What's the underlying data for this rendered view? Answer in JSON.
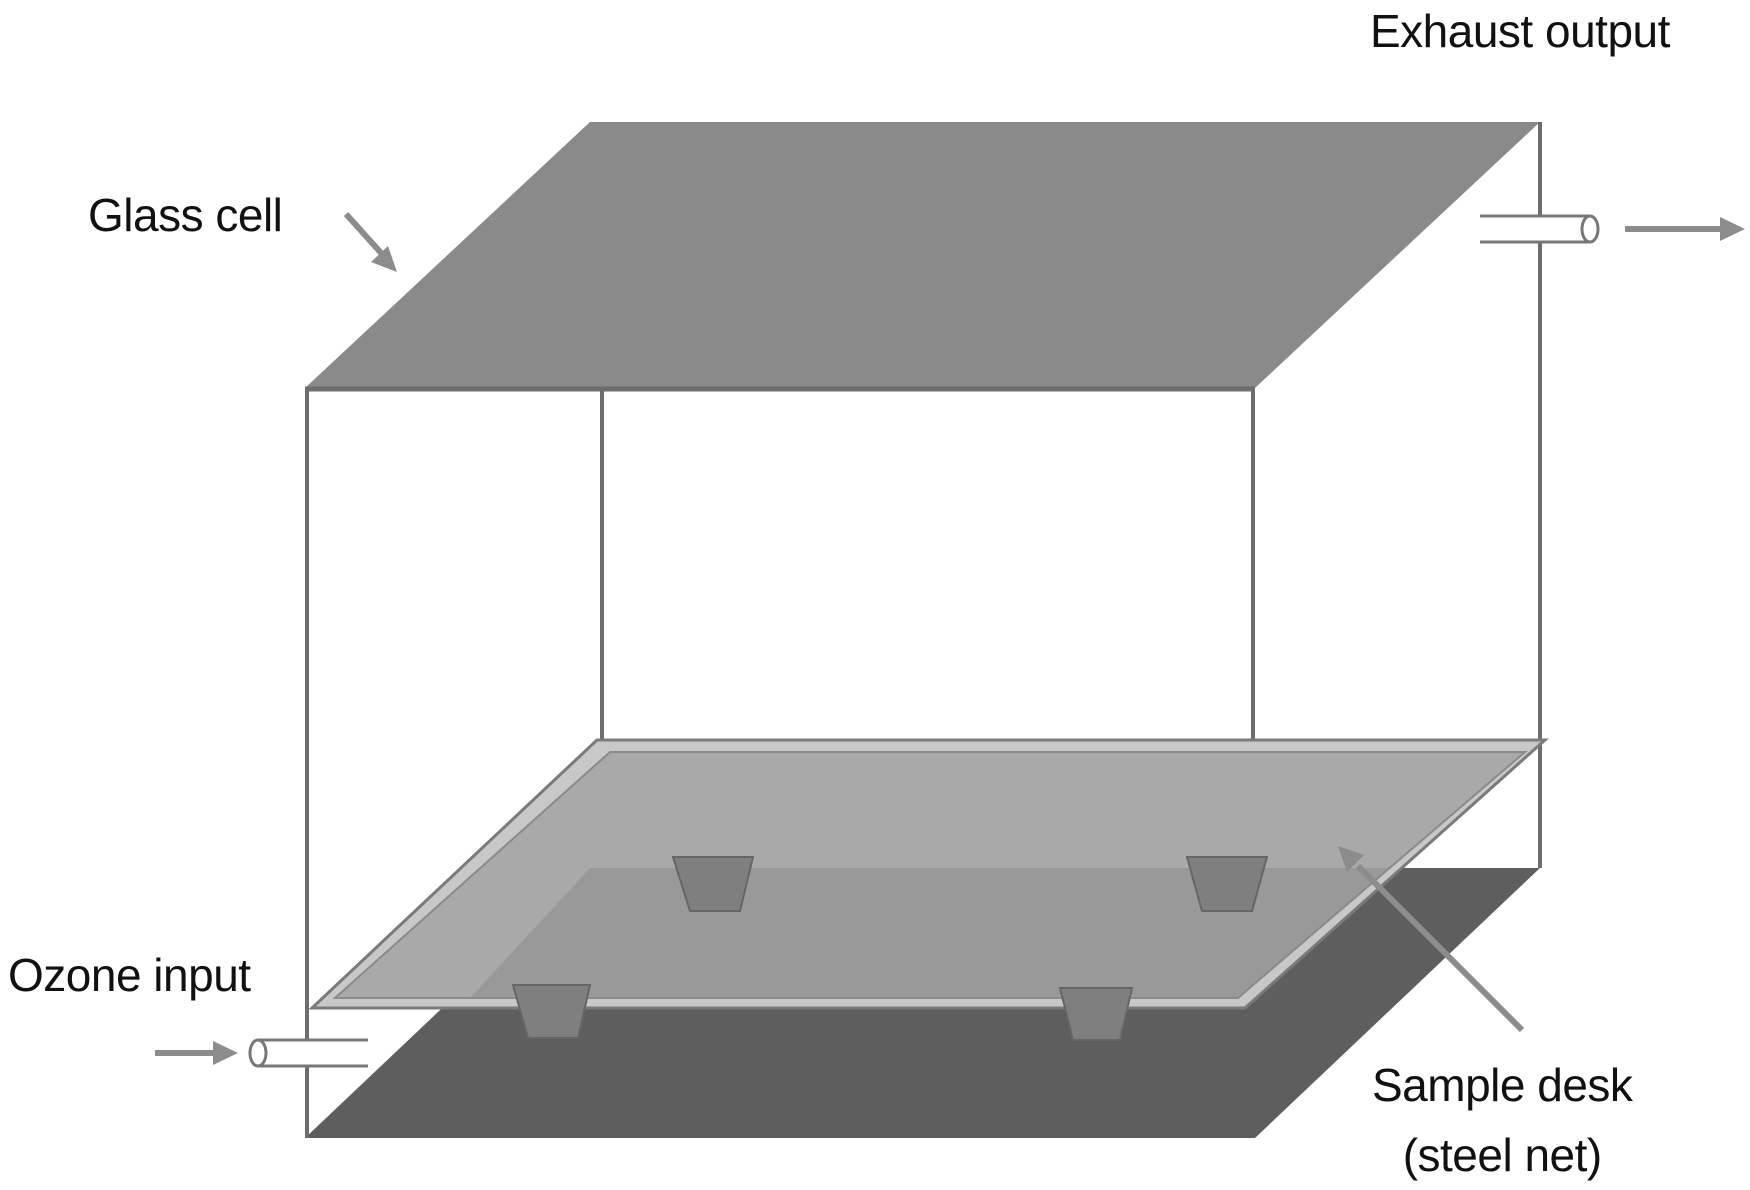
{
  "labels": {
    "exhaust_output": "Exhaust output",
    "glass_cell": "Glass cell",
    "ozone_input": "Ozone input",
    "sample_desk_line1": "Sample desk",
    "sample_desk_line2": "(steel net)"
  },
  "colors": {
    "top_panel": "#8a8a8a",
    "floor_panel": "#5e5e5e",
    "desk_panel": "#a9a9a9",
    "desk_rim": "#c8c8c8",
    "frame_edge": "#6d6d6d",
    "arrow": "#8c8c8c",
    "feet": "#7f7f7f"
  }
}
